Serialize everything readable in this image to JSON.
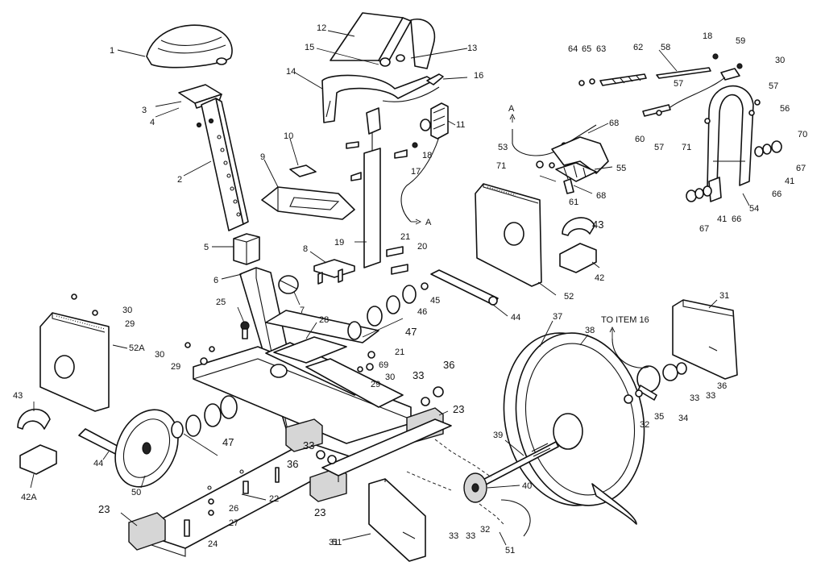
{
  "labels": {
    "p1": "1",
    "p2": "2",
    "p3": "3",
    "p4": "4",
    "p5": "5",
    "p6": "6",
    "p7": "7",
    "p8": "8",
    "p9": "9",
    "p10": "10",
    "p11": "11",
    "p12": "12",
    "p13": "13",
    "p14": "14",
    "p15": "15",
    "p16": "16",
    "p17": "17",
    "p18a": "18",
    "p18b": "18",
    "p19": "19",
    "p20": "20",
    "p21a": "21",
    "p21b": "21",
    "p22": "22",
    "p23a": "23",
    "p23b": "23",
    "p23c": "23",
    "p24": "24",
    "p25": "25",
    "p26": "26",
    "p27": "27",
    "p28": "28",
    "p29a": "29",
    "p29b": "29",
    "p29c": "29",
    "p30a": "30",
    "p30b": "30",
    "p30c": "30",
    "p30d": "30",
    "p31a": "31",
    "p31b": "31",
    "p32a": "32",
    "p32b": "32",
    "p33a": "33",
    "p33b": "33",
    "p33c": "33",
    "p33d": "33",
    "p33e": "33",
    "p33f": "33",
    "p34": "34",
    "p35": "35",
    "p36a": "36",
    "p36b": "36",
    "p36c": "36",
    "p37": "37",
    "p38": "38",
    "p39": "39",
    "p40": "40",
    "p41a": "41",
    "p41b": "41",
    "p42": "42",
    "p42A": "42A",
    "p43a": "43",
    "p43b": "43",
    "p44a": "44",
    "p44b": "44",
    "p45": "45",
    "p46": "46",
    "p47a": "47",
    "p47b": "47",
    "p50": "50",
    "p51a": "51",
    "p51b": "51",
    "p52": "52",
    "p52A": "52A",
    "p53": "53",
    "p54": "54",
    "p55": "55",
    "p56": "56",
    "p57a": "57",
    "p57b": "57",
    "p57c": "57",
    "p58": "58",
    "p59": "59",
    "p60": "60",
    "p61": "61",
    "p62": "62",
    "p63": "63",
    "p64": "64",
    "p65": "65",
    "p66a": "66",
    "p66b": "66",
    "p67a": "67",
    "p67b": "67",
    "p68a": "68",
    "p68b": "68",
    "p69": "69",
    "p70": "70",
    "p71a": "71",
    "p71b": "71"
  },
  "callouts": {
    "a_top": "A",
    "a_cable": "A",
    "to_item_16": "TO ITEM 16"
  }
}
